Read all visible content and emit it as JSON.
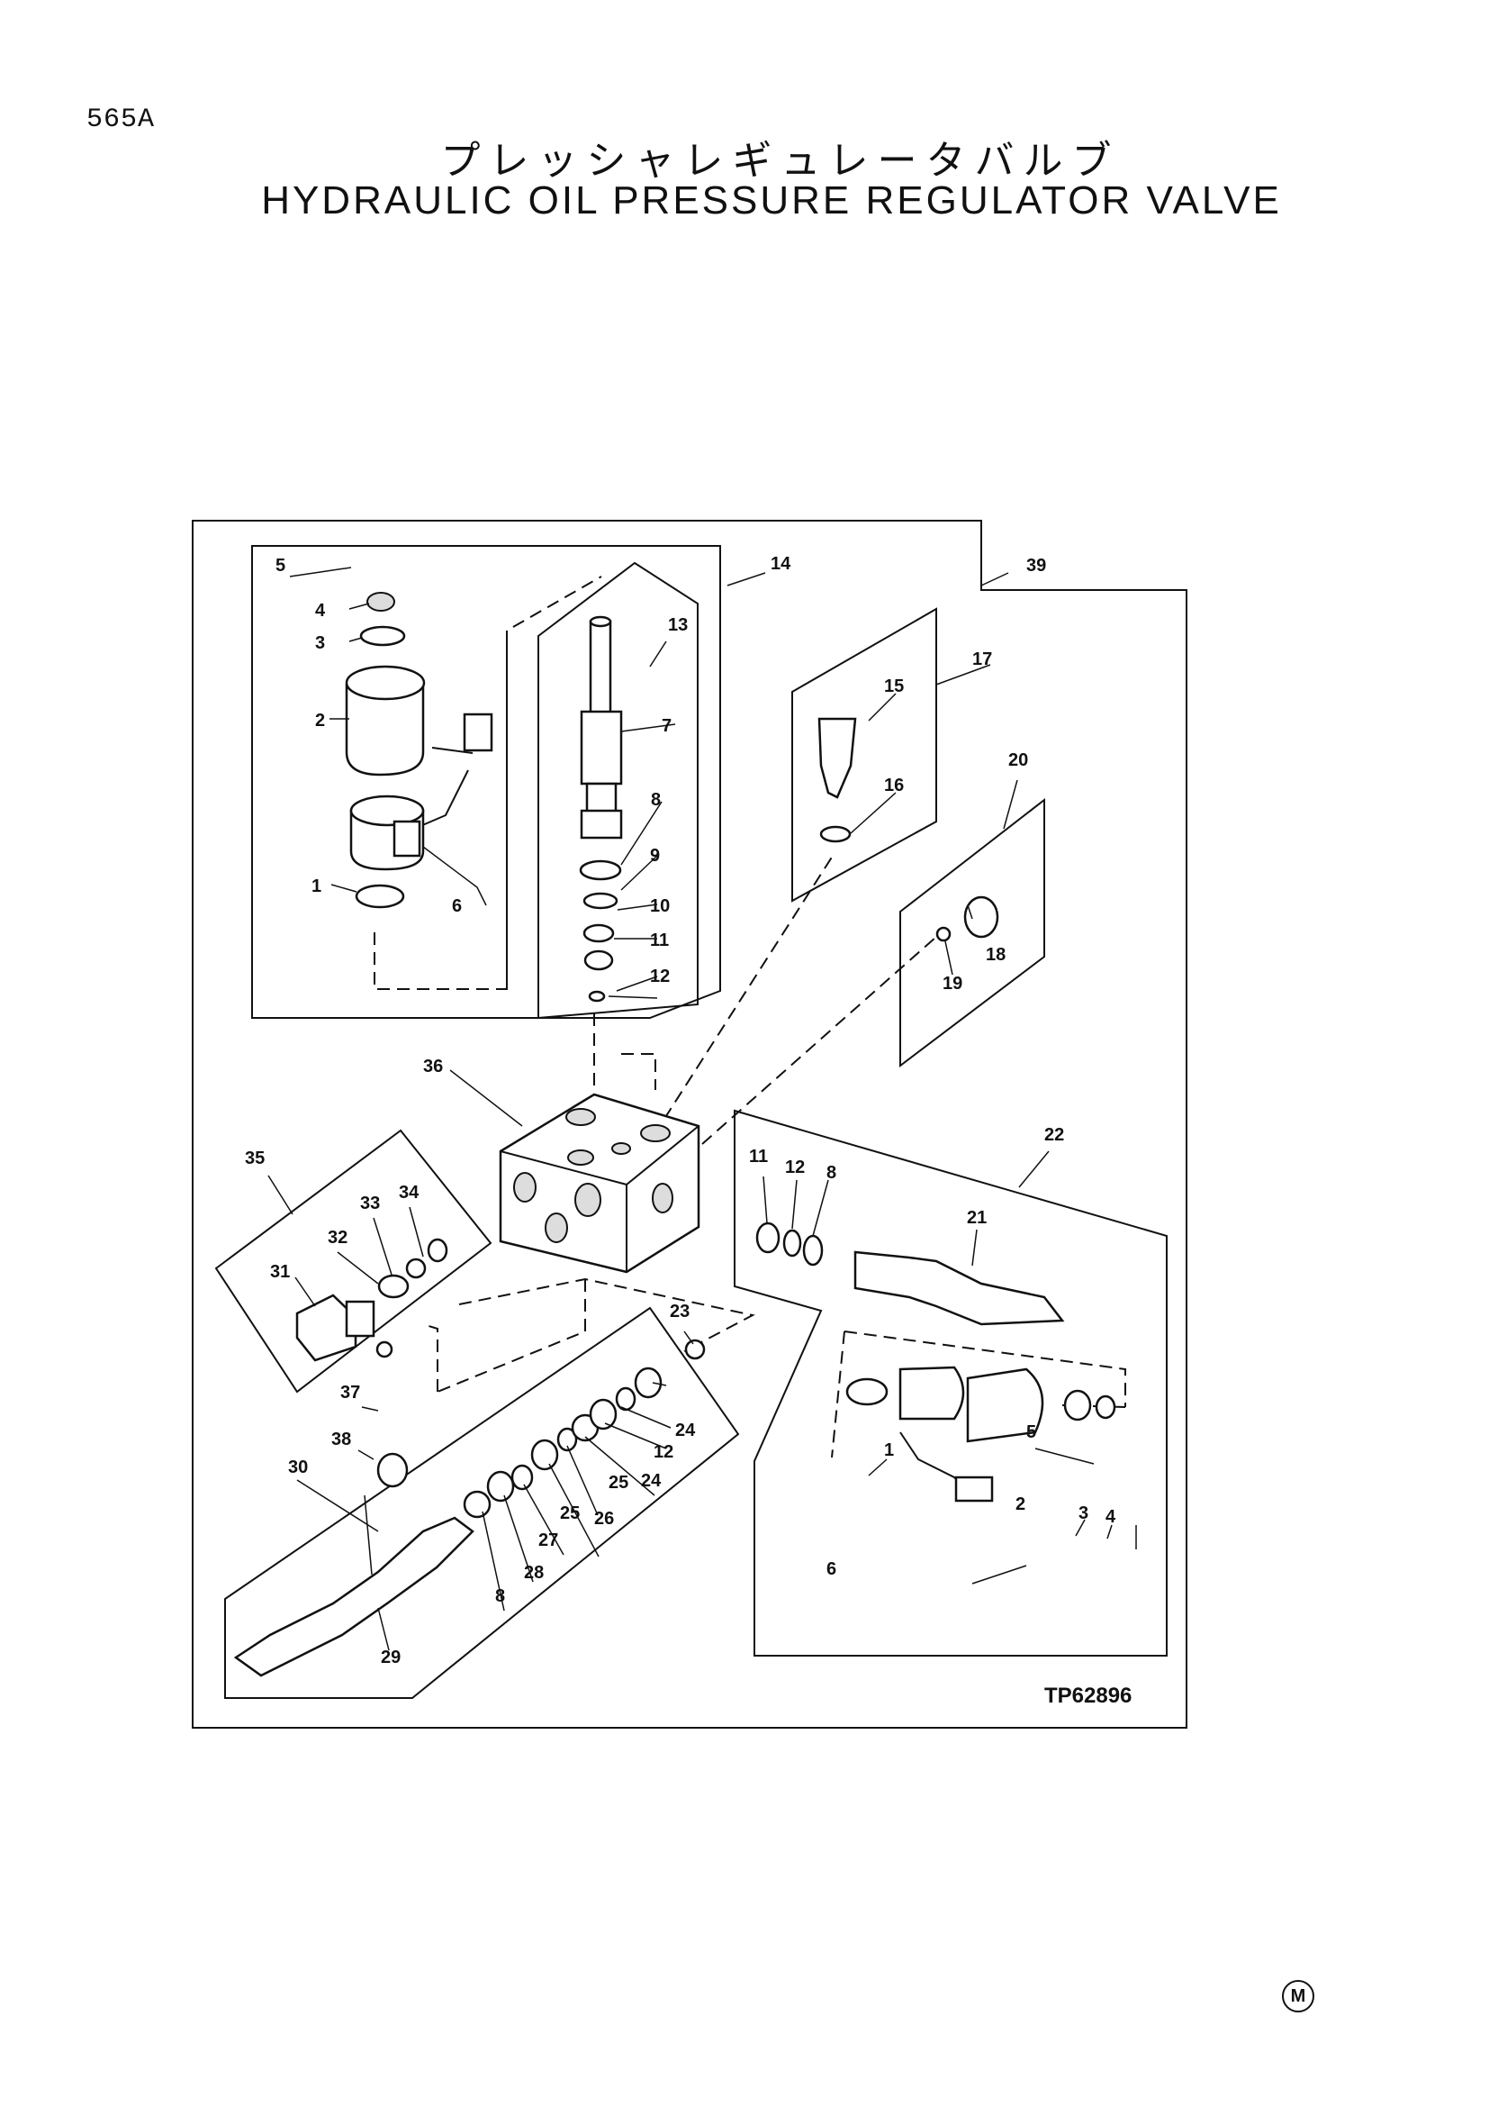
{
  "page": {
    "number": "565A",
    "title_jp": "プレッシャレギュレータバルブ",
    "title_en": "HYDRAULIC OIL PRESSURE REGULATOR VALVE",
    "drawing_code": "TP62896",
    "mark": "M"
  },
  "callouts": {
    "c5a": "5",
    "c4a": "4",
    "c3a": "3",
    "c2a": "2",
    "c1a": "1",
    "c6a": "6",
    "c14": "14",
    "c13": "13",
    "c7": "7",
    "c8a": "8",
    "c9": "9",
    "c10": "10",
    "c11a": "11",
    "c12a": "12",
    "c39": "39",
    "c17": "17",
    "c15": "15",
    "c16": "16",
    "c20": "20",
    "c18": "18",
    "c19": "19",
    "c36": "36",
    "c35": "35",
    "c33": "33",
    "c34": "34",
    "c32": "32",
    "c31": "31",
    "c22": "22",
    "c11b": "11",
    "c12b": "12",
    "c8b": "8",
    "c21": "21",
    "c23": "23",
    "c37": "37",
    "c38": "38",
    "c30": "30",
    "c24a": "24",
    "c12c": "12",
    "c24b": "24",
    "c25a": "25",
    "c26": "26",
    "c25b": "25",
    "c27": "27",
    "c28": "28",
    "c8c": "8",
    "c29": "29",
    "c5b": "5",
    "c1b": "1",
    "c2b": "2",
    "c3b": "3",
    "c4b": "4",
    "c6b": "6"
  }
}
